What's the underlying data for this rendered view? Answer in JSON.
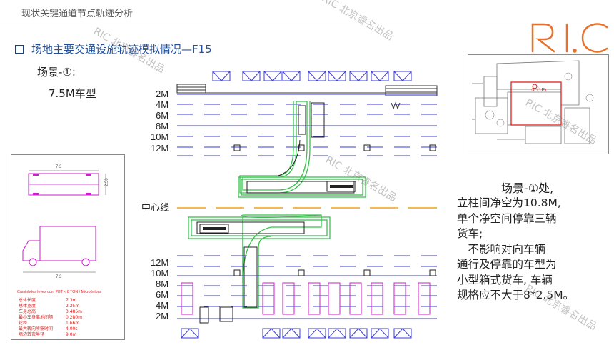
{
  "header": {
    "title": "现状关键通道节点轨迹分析"
  },
  "section": {
    "title": "场地主要交通设施轨迹模拟情况—F15"
  },
  "scene": {
    "label": "场景-①:",
    "vehicle": "7.5M车型"
  },
  "logo": {
    "text": "RIC"
  },
  "watermark": {
    "text": "RIC 北京睿名出品"
  },
  "site_plan": {
    "marker": "① (1F)"
  },
  "diagram": {
    "top_lanes": [
      "2M",
      "4M",
      "6M",
      "8M",
      "10M",
      "12M"
    ],
    "bottom_lanes": [
      "12M",
      "10M",
      "8M",
      "6M",
      "4M",
      "2M"
    ],
    "center_label": "中心线"
  },
  "spec": {
    "top_dim": "7.3",
    "side_dim": "2.50",
    "side_view_dim": "7.3",
    "caption": "Caminhões leves com PBT < 8 TON / Microônibus",
    "rows": [
      {
        "label": "总体长度",
        "value": "7.3m"
      },
      {
        "label": "总体宽度",
        "value": "2.25m"
      },
      {
        "label": "车身总高",
        "value": "3.485m"
      },
      {
        "label": "最小车身离地间隔",
        "value": "0.280m"
      },
      {
        "label": "轮距",
        "value": "1.66m"
      },
      {
        "label": "最大转向所需时间",
        "value": "4.00s"
      },
      {
        "label": "墙边转弯半径",
        "value": "9.0m"
      }
    ]
  },
  "description": {
    "head": "场景-①处,",
    "lines": [
      "立柱间净空为10.8M,",
      "单个净空间停靠三辆",
      "货车;",
      "　不影响对向车辆",
      "通行及停靠的车型为",
      "小型箱式货车, 车辆",
      "规格应不大于8*2.5M。"
    ]
  },
  "colors": {
    "title_blue": "#1f4e9a",
    "lane_blue": "#3b3bdc",
    "center_orange": "#f2a21c",
    "track_green": "#35c24a",
    "truck_magenta": "#d11ad1",
    "spec_red": "#e02020",
    "logo_orange": "#e8722b"
  }
}
